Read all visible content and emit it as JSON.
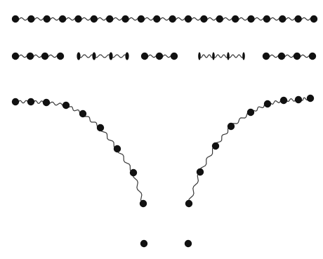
{
  "figure": {
    "description_title": "",
    "colors": {
      "atom": "#111111",
      "spring": "#3a3a3a",
      "background": "#ffffff"
    },
    "rows": [
      {
        "id": "row-uniform",
        "kind": "uniform-chain",
        "atom_count": 20
      },
      {
        "id": "row-segmented",
        "kind": "segmented-chain",
        "segments": [
          {
            "kind": "round",
            "count": 4
          },
          {
            "kind": "compressed",
            "count": 4
          },
          {
            "kind": "round",
            "count": 3
          },
          {
            "kind": "compressed",
            "count": 4
          },
          {
            "kind": "round",
            "count": 4
          }
        ]
      },
      {
        "id": "row-split",
        "kind": "bent-split-chain",
        "left_atoms": 10,
        "right_atoms": 10
      }
    ]
  }
}
